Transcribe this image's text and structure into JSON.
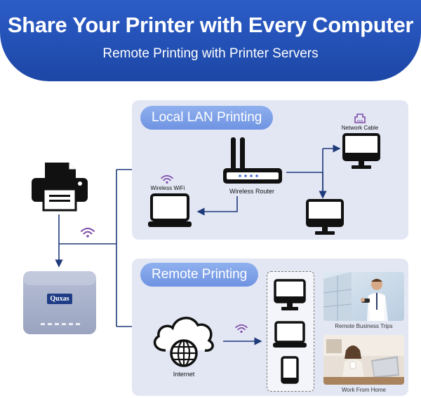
{
  "header": {
    "title": "Share Your Printer with Every Computer",
    "subtitle": "Remote Printing with Printer Servers"
  },
  "sections": {
    "lan_title": "Local LAN Printing",
    "remote_title": "Remote Printing"
  },
  "labels": {
    "network_cable": "Network Cable",
    "wireless_wifi": "Wireless WiFi",
    "wireless_router": "Wireless Router",
    "internet": "Internet",
    "device_brand": "Quxas",
    "remote_business": "Remote Business Trips",
    "work_from_home": "Work From Home"
  },
  "colors": {
    "header_blue": "#2152b8",
    "panel_bg": "#e3e7f4",
    "pill_blue": "#7b9ce6",
    "line_navy": "#1e3a7a",
    "wifi_purple": "#7d4aa8"
  },
  "icons": [
    "printer-icon",
    "printer-server-icon",
    "router-icon",
    "laptop-icon",
    "monitor-icon",
    "cloud-globe-icon",
    "tablet-icon",
    "phone-icon",
    "wifi-icon",
    "network-port-icon"
  ]
}
